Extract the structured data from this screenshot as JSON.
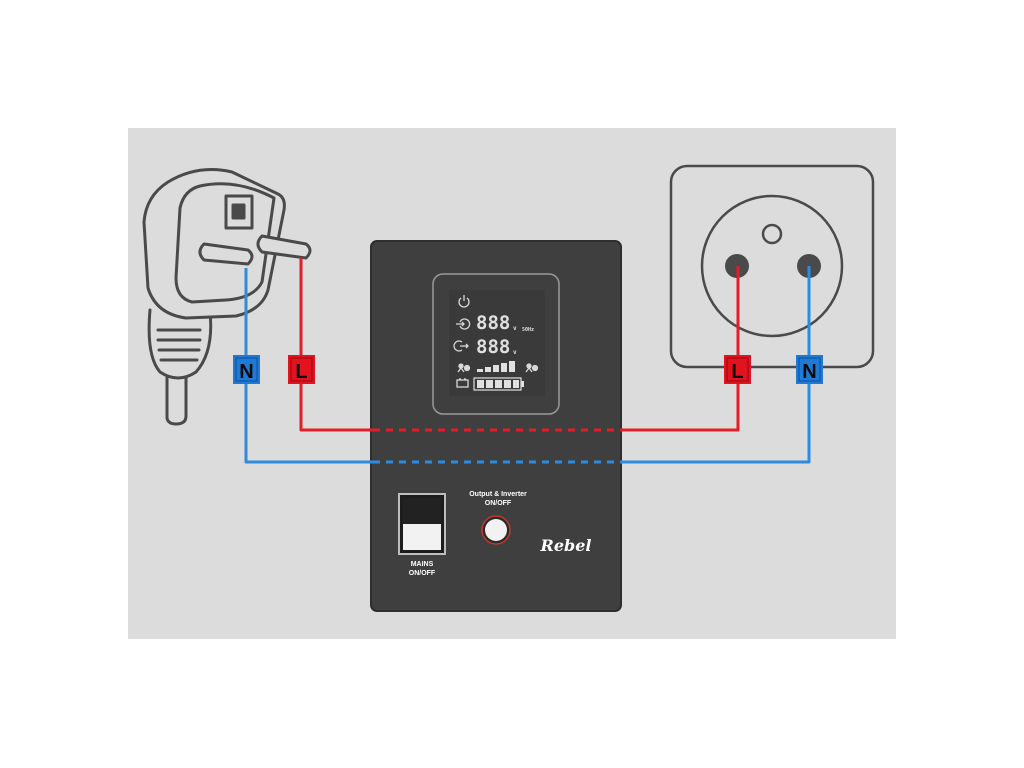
{
  "colors": {
    "background": "#dcdcdc",
    "device_body": "#3f3f3f",
    "outline": "#4a4a4a",
    "live_wire": "#e11e2a",
    "neutral_wire": "#2d8be0",
    "label_red": "#e3121f",
    "label_blue": "#1f7ad6"
  },
  "plug": {
    "neutral_label": "N",
    "live_label": "L"
  },
  "socket": {
    "live_label": "L",
    "neutral_label": "N"
  },
  "lcd": {
    "input_value": "888",
    "output_value": "888",
    "input_unit": "v",
    "output_unit": "v",
    "frequency": "50Hz",
    "icons": [
      "power-icon",
      "input-icon",
      "output-icon",
      "load-icon",
      "battery-icon",
      "charge-icon"
    ]
  },
  "controls": {
    "output_button_label_1": "Output & Inverter",
    "output_button_label_2": "ON/OFF",
    "mains_label_1": "MAINS",
    "mains_label_2": "ON/OFF"
  },
  "brand": {
    "logo_text": "Rebel"
  }
}
